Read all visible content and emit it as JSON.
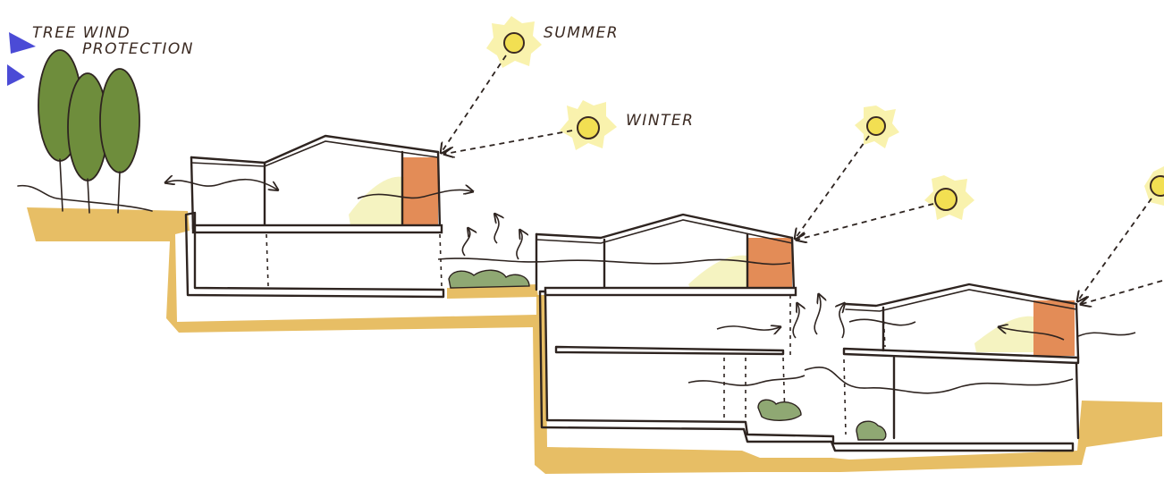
{
  "labels": {
    "tree_line1": "TREE WIND",
    "tree_line2": "PROTECTION",
    "summer": "SUMMER",
    "winter": "WINTER"
  },
  "icons": [
    "wind-arrow-icon",
    "sun-icon",
    "tree-icon",
    "bush-icon"
  ],
  "colors": {
    "ground": "#e3b34a",
    "shading_panel": "#d9651f",
    "sun": "#f2df52",
    "trees": "#6e8d3c",
    "wind_arrows": "#4b4bd6",
    "ink": "#2e2420"
  }
}
